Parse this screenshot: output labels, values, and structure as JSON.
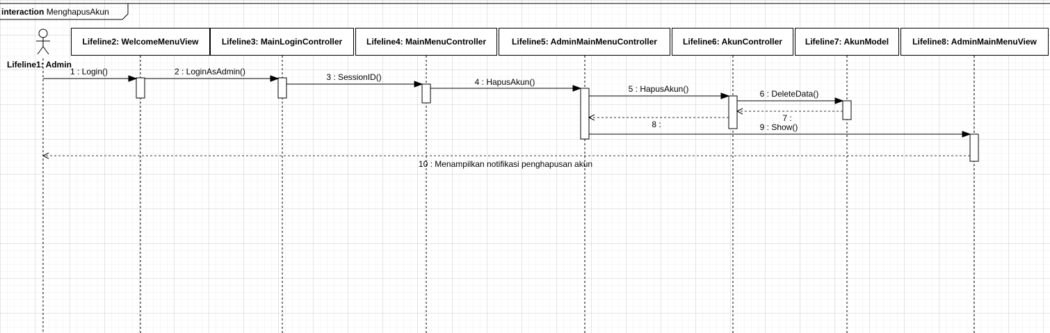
{
  "frame": {
    "keyword": "interaction",
    "name": "MenghapusAkun"
  },
  "actor": {
    "label": "Lifeline1: Admin"
  },
  "lifelines": [
    {
      "label": "Lifeline2: WelcomeMenuView"
    },
    {
      "label": "Lifeline3: MainLoginController"
    },
    {
      "label": "Lifeline4: MainMenuController"
    },
    {
      "label": "Lifeline5: AdminMainMenuController"
    },
    {
      "label": "Lifeline6: AkunController"
    },
    {
      "label": "Lifeline7: AkunModel"
    },
    {
      "label": "Lifeline8: AdminMainMenuView"
    }
  ],
  "messages": [
    {
      "label": "1 : Login()",
      "kind": "sync"
    },
    {
      "label": "2 : LoginAsAdmin()",
      "kind": "sync"
    },
    {
      "label": "3 : SessionID()",
      "kind": "sync"
    },
    {
      "label": "4 : HapusAkun()",
      "kind": "sync"
    },
    {
      "label": "5 : HapusAkun()",
      "kind": "sync"
    },
    {
      "label": "6 : DeleteData()",
      "kind": "sync"
    },
    {
      "label": "7 :",
      "kind": "reply"
    },
    {
      "label": "8 :",
      "kind": "reply"
    },
    {
      "label": "9 : Show()",
      "kind": "sync"
    },
    {
      "label": "10 : Menampilkan notifikasi penghapusan akun",
      "kind": "reply"
    }
  ]
}
